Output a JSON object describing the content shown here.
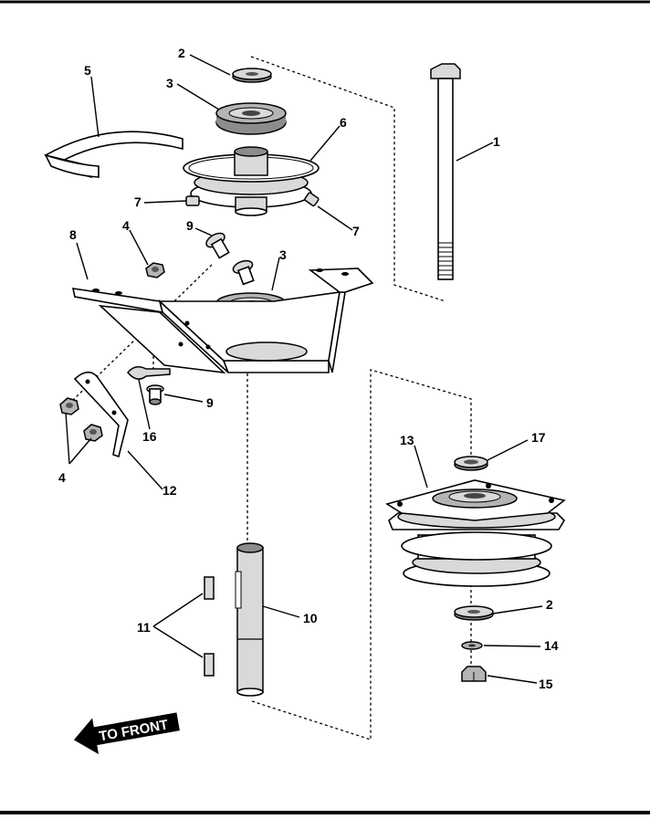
{
  "callouts": {
    "c1": "1",
    "c2a": "2",
    "c2b": "2",
    "c3a": "3",
    "c3b": "3",
    "c4a": "4",
    "c4b": "4",
    "c5": "5",
    "c6": "6",
    "c7a": "7",
    "c7b": "7",
    "c8": "8",
    "c9a": "9",
    "c9b": "9",
    "c10": "10",
    "c11": "11",
    "c12": "12",
    "c13": "13",
    "c14": "14",
    "c15": "15",
    "c16": "16",
    "c17": "17"
  },
  "front_label": "TO FRONT"
}
